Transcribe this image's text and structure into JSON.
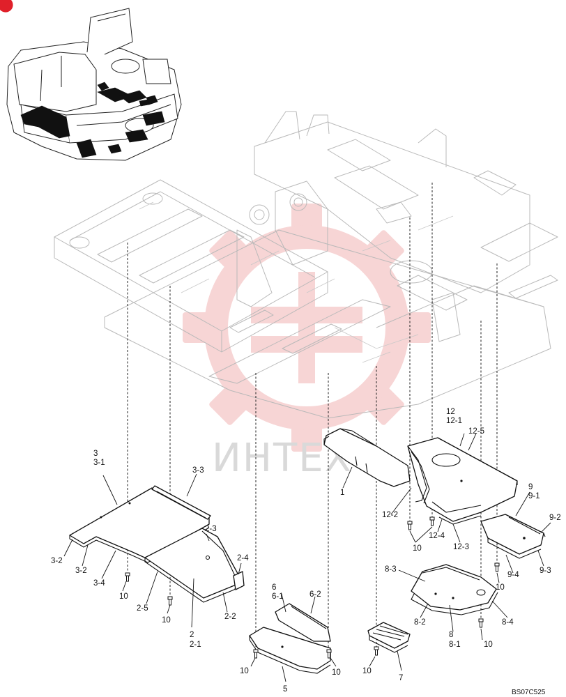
{
  "watermark": "ИНТЕХ",
  "drawing_code": "BS07C525",
  "labels": {
    "l3": "3",
    "l3_1": "3-1",
    "l3_3": "3-3",
    "l3_2a": "3-2",
    "l3_2b": "3-2",
    "l3_4": "3-4",
    "l2_3": "2-3",
    "l2_4": "2-4",
    "l2_5": "2-5",
    "l2_2": "2-2",
    "l2": "2",
    "l2_1": "2-1",
    "l10_a": "10",
    "l10_b": "10",
    "l1": "1",
    "l12": "12",
    "l12_1": "12-1",
    "l12_5": "12-5",
    "l12_2": "12-2",
    "l12_4": "12-4",
    "l12_3": "12-3",
    "l10_c": "10",
    "l9": "9",
    "l9_1": "9-1",
    "l9_2": "9-2",
    "l9_4": "9-4",
    "l9_3": "9-3",
    "l10_d": "10",
    "l6": "6",
    "l6_1": "6-1",
    "l6_2": "6-2",
    "l8_3": "8-3",
    "l8_2": "8-2",
    "l8": "8",
    "l8_1": "8-1",
    "l8_4": "8-4",
    "l10_e": "10",
    "l10_f": "10",
    "l5": "5",
    "l10_g": "10",
    "l10_h": "10",
    "l7": "7"
  }
}
